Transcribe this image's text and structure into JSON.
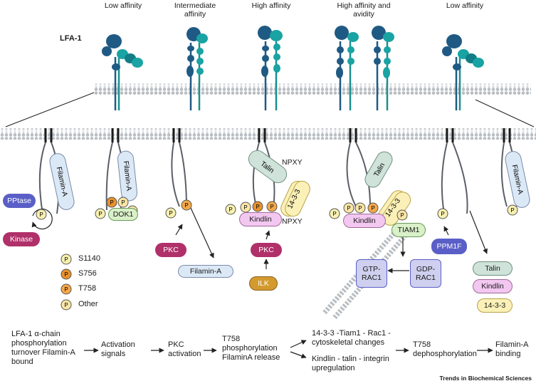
{
  "headers": {
    "col1": "Low affinity",
    "col2": "Intermediate affinity",
    "col3": "High affinity",
    "col4": "High affinity and avidity",
    "col5": "Low affinity"
  },
  "lfa1_label": "LFA-1",
  "proteins": {
    "pptase": "PPtase",
    "kinase": "Kinase",
    "filamin_a": "Filamin-A",
    "dok1": "DOK1",
    "pkc": "PKC",
    "talin": "Talin",
    "npxy": "NPXY",
    "kindlin": "Kindlin",
    "fourteen_three_three": "14-3-3",
    "ilk": "ILK",
    "tiam1": "TIAM1",
    "gtp_rac1": "GTP-RAC1",
    "gdp_rac1": "GDP-RAC1",
    "ppm1f": "PPM1F",
    "p": "P"
  },
  "legend": [
    {
      "label": "S1140",
      "color": "#f7f0b0"
    },
    {
      "label": "S756",
      "color": "#e8922c"
    },
    {
      "label": "T758",
      "color": "#f5a84a"
    },
    {
      "label": "Other",
      "color": "#fbe6a6"
    }
  ],
  "flow": {
    "step1": "LFA-1 α-chain phosphorylation turnover Filamin-A bound",
    "step2": "Activation signals",
    "step3": "PKC activation",
    "step4": "T758 phosphorylation FilaminA release",
    "step5a": "14-3-3 -Tiam1 - Rac1 - cytoskeletal changes",
    "step5b": "Kindlin - talin - integrin upregulation",
    "step6": "T758 dephosphorylation",
    "step7": "Filamin-A binding"
  },
  "credit": "Trends in Biochemical Sciences",
  "colors": {
    "head_dark": "#1f5a84",
    "head_teal": "#1aa3a3",
    "membrane": "#c9ccd0",
    "kinase": "#b0306a",
    "pptase": "#5a5fc7",
    "filamin": "#dbe9f7",
    "talin": "#cfe3da",
    "kindlin": "#f2c7f0",
    "ilk": "#d39a2e",
    "dok1": "#d9f0c8"
  }
}
